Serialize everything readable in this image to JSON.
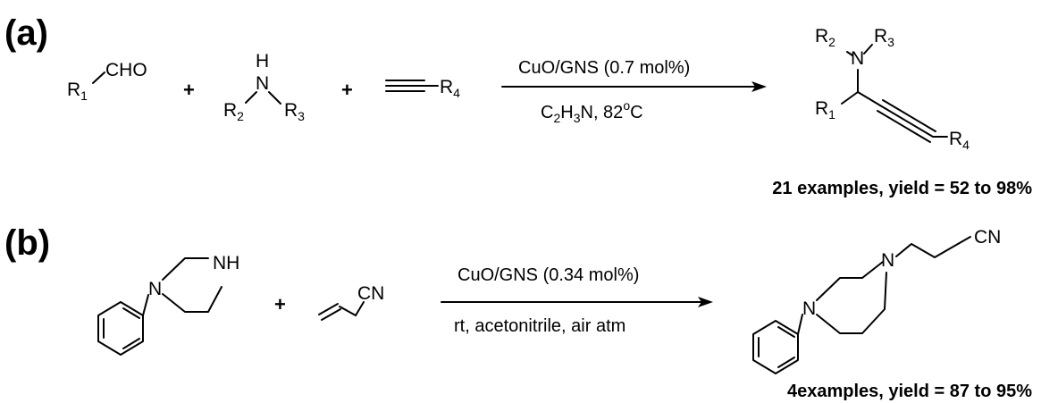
{
  "panels": {
    "a": {
      "label": "(a)",
      "reactant1": {
        "r": "R",
        "r_sub": "1",
        "group": "CHO"
      },
      "reactant2": {
        "h": "H",
        "n": "N",
        "r2": "R",
        "r2_sub": "2",
        "r3": "R",
        "r3_sub": "3"
      },
      "reactant3": {
        "r": "R",
        "r_sub": "4"
      },
      "plus": "+",
      "conditions_top": "CuO/GNS (0.7 mol%)",
      "conditions_bottom": {
        "c": "C",
        "c_sub": "2",
        "h": "H",
        "h_sub": "3",
        "n_temp": "N, 82",
        "deg": "o",
        "unit": "C"
      },
      "product": {
        "n": "N",
        "r1": "R",
        "r1_sub": "1",
        "r2": "R",
        "r2_sub": "2",
        "r3": "R",
        "r3_sub": "3",
        "r4": "R",
        "r4_sub": "4"
      },
      "result": "21 examples, yield = 52 to 98%"
    },
    "b": {
      "label": "(b)",
      "reactant1": {
        "n": "N",
        "nh": "NH"
      },
      "reactant2": {
        "cn": "CN"
      },
      "plus": "+",
      "conditions_top": "CuO/GNS (0.34 mol%)",
      "conditions_bottom": "rt, acetonitrile, air atm",
      "product": {
        "n1": "N",
        "n2": "N",
        "cn": "CN"
      },
      "result": "4examples, yield = 87 to 95%"
    }
  }
}
